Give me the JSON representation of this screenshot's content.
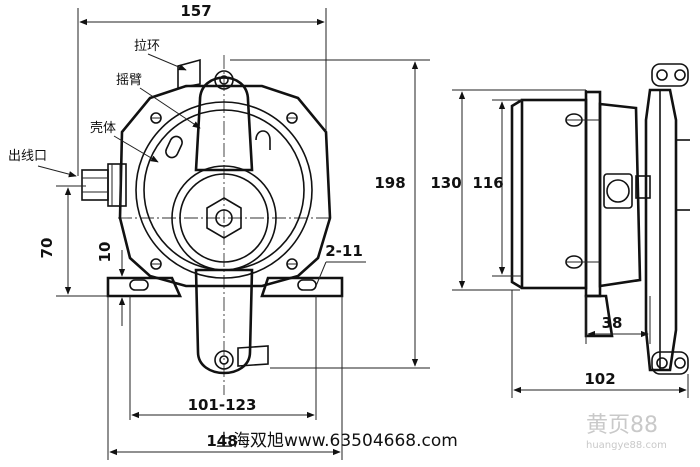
{
  "labels": {
    "pull_ring": "拉环",
    "rocker_arm": "摇臂",
    "housing": "壳体",
    "cable_outlet": "出线口"
  },
  "dimensions": {
    "overall_width": "157",
    "overall_height": "198",
    "left_height": "70",
    "foot_thickness": "10",
    "mount_holes": "2-11",
    "mount_spacing": "101-123",
    "base_width": "148",
    "side_height": "130",
    "side_inner_height": "116",
    "side_arm_offset": "38",
    "side_depth": "102"
  },
  "watermark": {
    "company": "上海双旭www.63504668.com",
    "brand": "黄页88",
    "brand_url": "huangye88.com"
  }
}
